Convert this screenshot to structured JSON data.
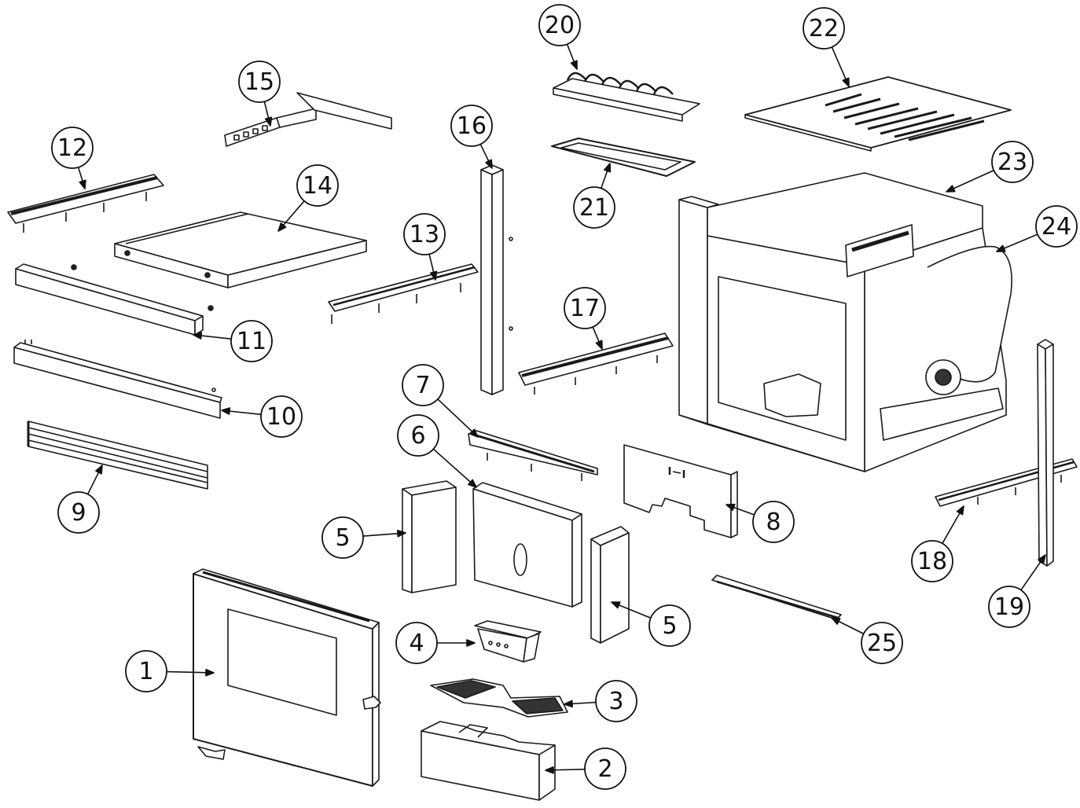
{
  "callouts": [
    {
      "id": "c1",
      "label": "1"
    },
    {
      "id": "c2",
      "label": "2"
    },
    {
      "id": "c3",
      "label": "3"
    },
    {
      "id": "c4",
      "label": "4"
    },
    {
      "id": "c5a",
      "label": "5"
    },
    {
      "id": "c5b",
      "label": "5"
    },
    {
      "id": "c6",
      "label": "6"
    },
    {
      "id": "c7",
      "label": "7"
    },
    {
      "id": "c8",
      "label": "8"
    },
    {
      "id": "c9",
      "label": "9"
    },
    {
      "id": "c10",
      "label": "10"
    },
    {
      "id": "c11",
      "label": "11"
    },
    {
      "id": "c12",
      "label": "12"
    },
    {
      "id": "c13",
      "label": "13"
    },
    {
      "id": "c14",
      "label": "14"
    },
    {
      "id": "c15",
      "label": "15"
    },
    {
      "id": "c16",
      "label": "16"
    },
    {
      "id": "c17",
      "label": "17"
    },
    {
      "id": "c18",
      "label": "18"
    },
    {
      "id": "c19",
      "label": "19"
    },
    {
      "id": "c20",
      "label": "20"
    },
    {
      "id": "c21",
      "label": "21"
    },
    {
      "id": "c22",
      "label": "22"
    },
    {
      "id": "c23",
      "label": "23"
    },
    {
      "id": "c24",
      "label": "24"
    },
    {
      "id": "c25",
      "label": "25"
    }
  ],
  "colors": {
    "line": "#1a1a1a",
    "fill": "#ffffff",
    "shade": "#3a3a3a"
  }
}
